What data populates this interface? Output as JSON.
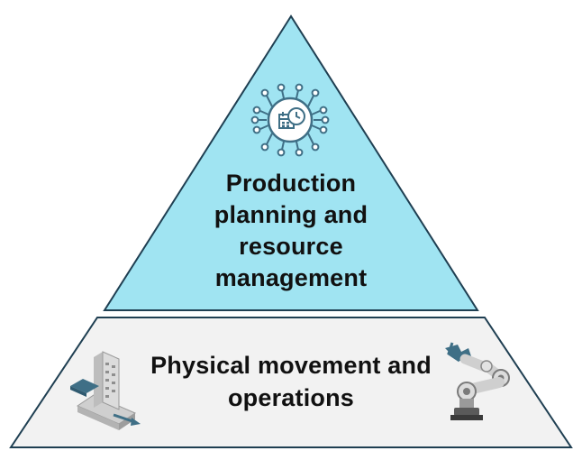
{
  "diagram": {
    "top_tier": {
      "lines": [
        "Production",
        "planning and",
        "resource",
        "management"
      ],
      "icon": "scheduling-circuit-icon",
      "fill_color": "#a0e4f2"
    },
    "bottom_tier": {
      "lines": [
        "Physical movement and",
        "operations"
      ],
      "left_icon": "automated-storage-icon",
      "right_icon": "robotic-arm-icon",
      "fill_color": "#f2f2f2"
    },
    "outline_color": "#1f3f52",
    "accent_color": "#3f6f86"
  }
}
